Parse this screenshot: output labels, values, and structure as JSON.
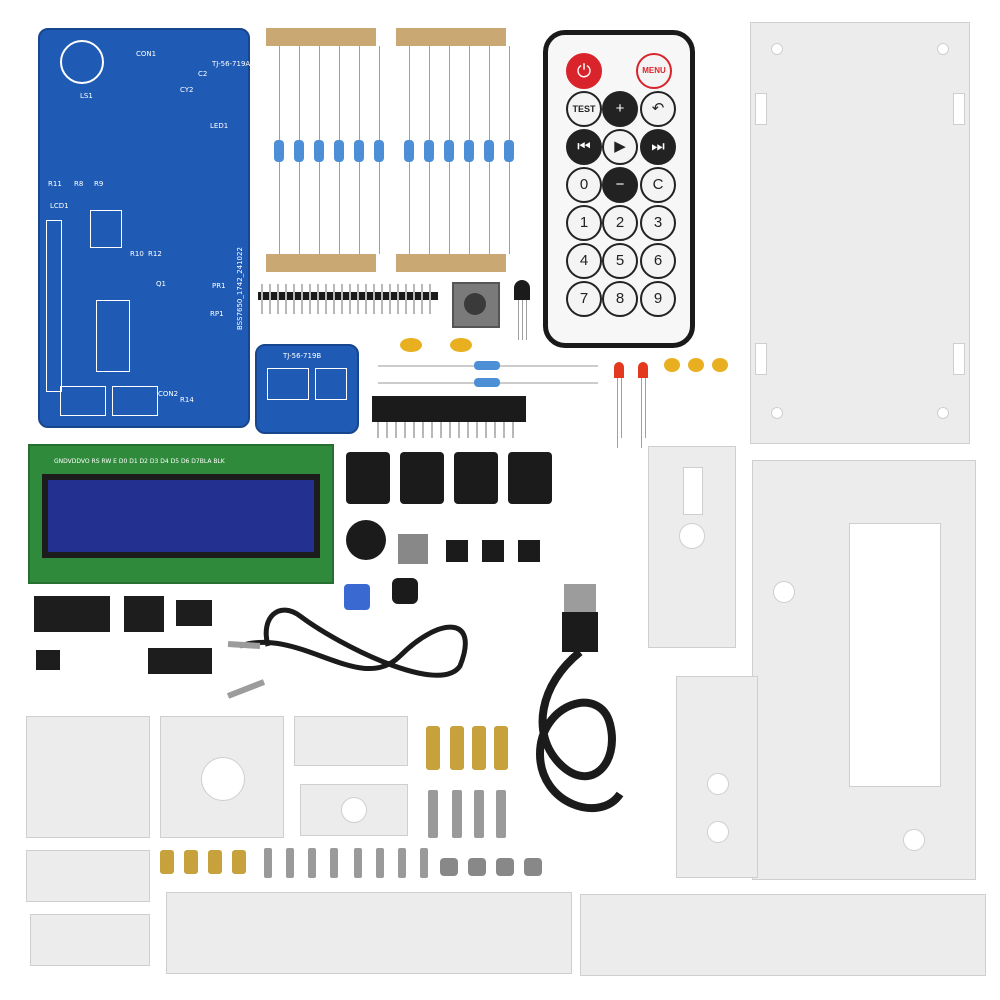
{
  "main_pcb": {
    "labels": [
      "LS1",
      "CON1",
      "LED1",
      "LCD1",
      "TJ-56-719A",
      "R11",
      "R8",
      "R9",
      "R10",
      "R12",
      "C2",
      "CY2",
      "RP1",
      "PR1",
      "Q1",
      "CON2",
      "R14"
    ],
    "footer": "BSS7650_1742_241022"
  },
  "relay_pcb": {
    "label": "TJ-56-719B"
  },
  "lcd_module": {
    "pin_labels": "GNDVDDVO RS RW E  D0 D1 D2 D3 D4  D5 D6 D7BLA BLK"
  },
  "remote": {
    "buttons": [
      {
        "label": "⏻",
        "style": "red"
      },
      {
        "label": "MENU",
        "style": "menu"
      },
      {
        "label": "TEST",
        "style": "small"
      },
      {
        "label": "+",
        "style": "dark"
      },
      {
        "label": "↶",
        "style": "plain"
      },
      {
        "label": "⏮",
        "style": "dark"
      },
      {
        "label": "▶",
        "style": "plain"
      },
      {
        "label": "⏭",
        "style": "dark"
      },
      {
        "label": "0",
        "style": "plain"
      },
      {
        "label": "−",
        "style": "dark"
      },
      {
        "label": "C",
        "style": "plain"
      },
      {
        "label": "1",
        "style": "plain"
      },
      {
        "label": "2",
        "style": "plain"
      },
      {
        "label": "3",
        "style": "plain"
      },
      {
        "label": "4",
        "style": "plain"
      },
      {
        "label": "5",
        "style": "plain"
      },
      {
        "label": "6",
        "style": "plain"
      },
      {
        "label": "7",
        "style": "plain"
      },
      {
        "label": "8",
        "style": "plain"
      },
      {
        "label": "9",
        "style": "plain"
      }
    ]
  },
  "colors": {
    "pcb_blue": "#1f5bb5",
    "lcd_green": "#2f8a3b",
    "lcd_screen": "#24308f",
    "acrylic": "#ececec",
    "remote_accent": "#d9242b",
    "brass": "#c7a23c"
  }
}
